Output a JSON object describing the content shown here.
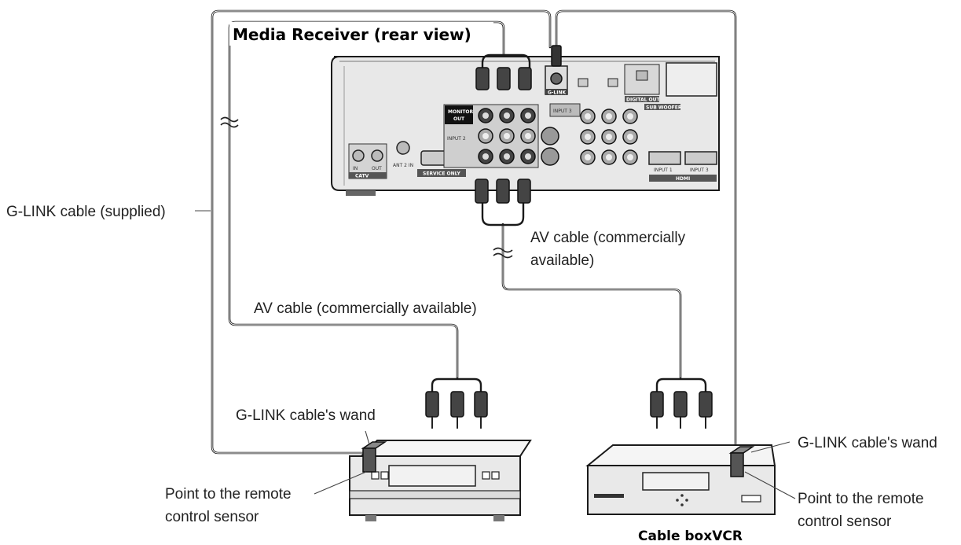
{
  "labels": {
    "receiver_title": "Media Receiver (rear view)",
    "glink_supplied": "G-LINK cable (supplied)",
    "av_cable_left": "AV cable (commercially available)",
    "av_cable_right_line1": "AV cable (commercially",
    "av_cable_right_line2": "available)",
    "wand_left": "G-LINK cable's wand",
    "wand_right": "G-LINK cable's wand",
    "point_left_line1": "Point to the remote",
    "point_left_line2": "control sensor",
    "point_right_line1": "Point to the remote",
    "point_right_line2": "control sensor",
    "device_caption": "Cable boxVCR"
  },
  "panel_text": {
    "monitor_out_1": "MONITOR",
    "monitor_out_2": "OUT",
    "input_2": "INPUT 2",
    "input_3": "INPUT 3",
    "g_link": "G-LINK",
    "service_only": "SERVICE ONLY",
    "digital_out": "DIGITAL OUT",
    "sub_woofer": "SUB WOOFER",
    "hdmi": "HDMI",
    "hdmi_input_1": "INPUT 1",
    "hdmi_input_3": "INPUT 3",
    "ant_in": "IN",
    "ant_out": "OUT",
    "ant_label": "CATV",
    "ant2_label": "ANT 2 IN"
  }
}
